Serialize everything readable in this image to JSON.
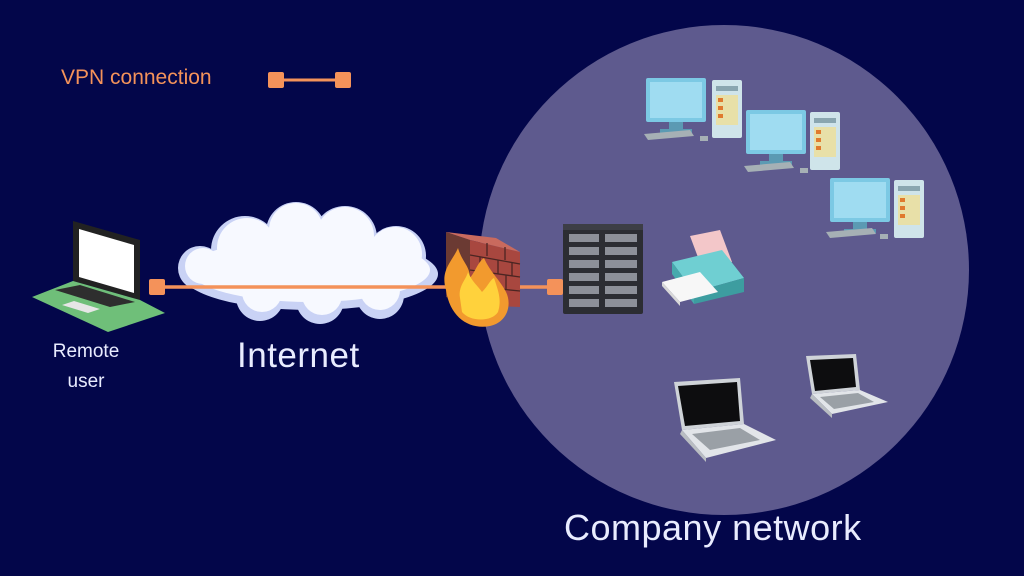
{
  "legend": {
    "label": "VPN connection",
    "color": "#f4925a"
  },
  "nodes": {
    "remote_user": "Remote user",
    "internet": "Internet",
    "company_network": "Company network"
  },
  "colors": {
    "background": "#03064a",
    "company_circle": "#5e5a8e",
    "vpn_line": "#f4925a",
    "label_text": "#e9ecff"
  },
  "icons": {
    "remote_laptop": "laptop-icon",
    "cloud": "cloud-icon",
    "firewall": "firewall-icon",
    "server": "server-rack-icon",
    "printer": "printer-icon",
    "workstations": "desktop-computer-icon",
    "laptops": "laptop-icon"
  }
}
